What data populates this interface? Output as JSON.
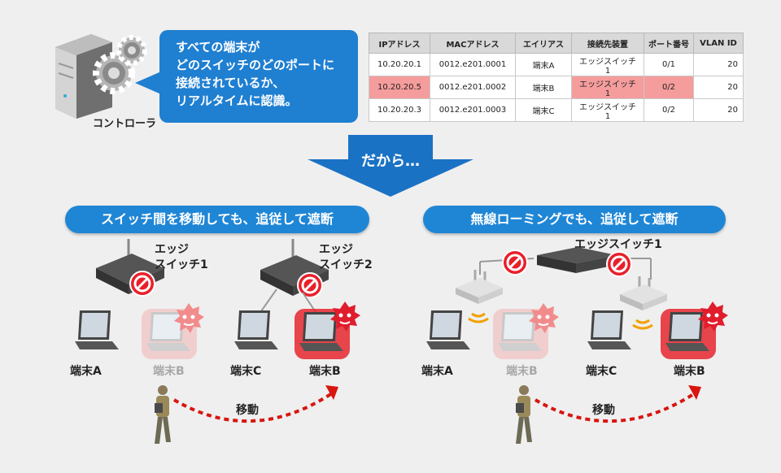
{
  "controller": {
    "label": "コントローラ"
  },
  "bubble": {
    "lines": [
      "すべての端末が",
      "どのスイッチのどのポートに",
      "接続されているか、",
      "リアルタイムに認識。"
    ]
  },
  "table": {
    "headers": [
      "IPアドレス",
      "MACアドレス",
      "エイリアス",
      "接続先装置",
      "ポート番号",
      "VLAN ID"
    ],
    "rows": [
      [
        "10.20.20.1",
        "0012.e201.0001",
        "端末A",
        "エッジスイッチ1",
        "0/1",
        "20"
      ],
      [
        "10.20.20.5",
        "0012.e201.0002",
        "端末B",
        "エッジスイッチ1",
        "0/2",
        "20"
      ],
      [
        "10.20.20.3",
        "0012.e201.0003",
        "端末C",
        "エッジスイッチ1",
        "0/2",
        "20"
      ]
    ]
  },
  "arrow": {
    "label": "だから…"
  },
  "left": {
    "title": "スイッチ間を移動しても、追従して遮断",
    "switch1": [
      "エッジ",
      "スイッチ1"
    ],
    "switch2": [
      "エッジ",
      "スイッチ2"
    ],
    "terminals": [
      "端末A",
      "端末B",
      "端末C",
      "端末B"
    ],
    "move": "移動"
  },
  "right": {
    "title": "無線ローミングでも、追従して遮断",
    "switch": "エッジスイッチ1",
    "terminals": [
      "端末A",
      "端末B",
      "端末C",
      "端末B"
    ],
    "move": "移動"
  },
  "colors": {
    "accent": "#1f86d6",
    "block": "#e8202a",
    "highlight": "#f59c9c",
    "virus": "#e01d2d",
    "move_arrow": "#d8150f"
  }
}
